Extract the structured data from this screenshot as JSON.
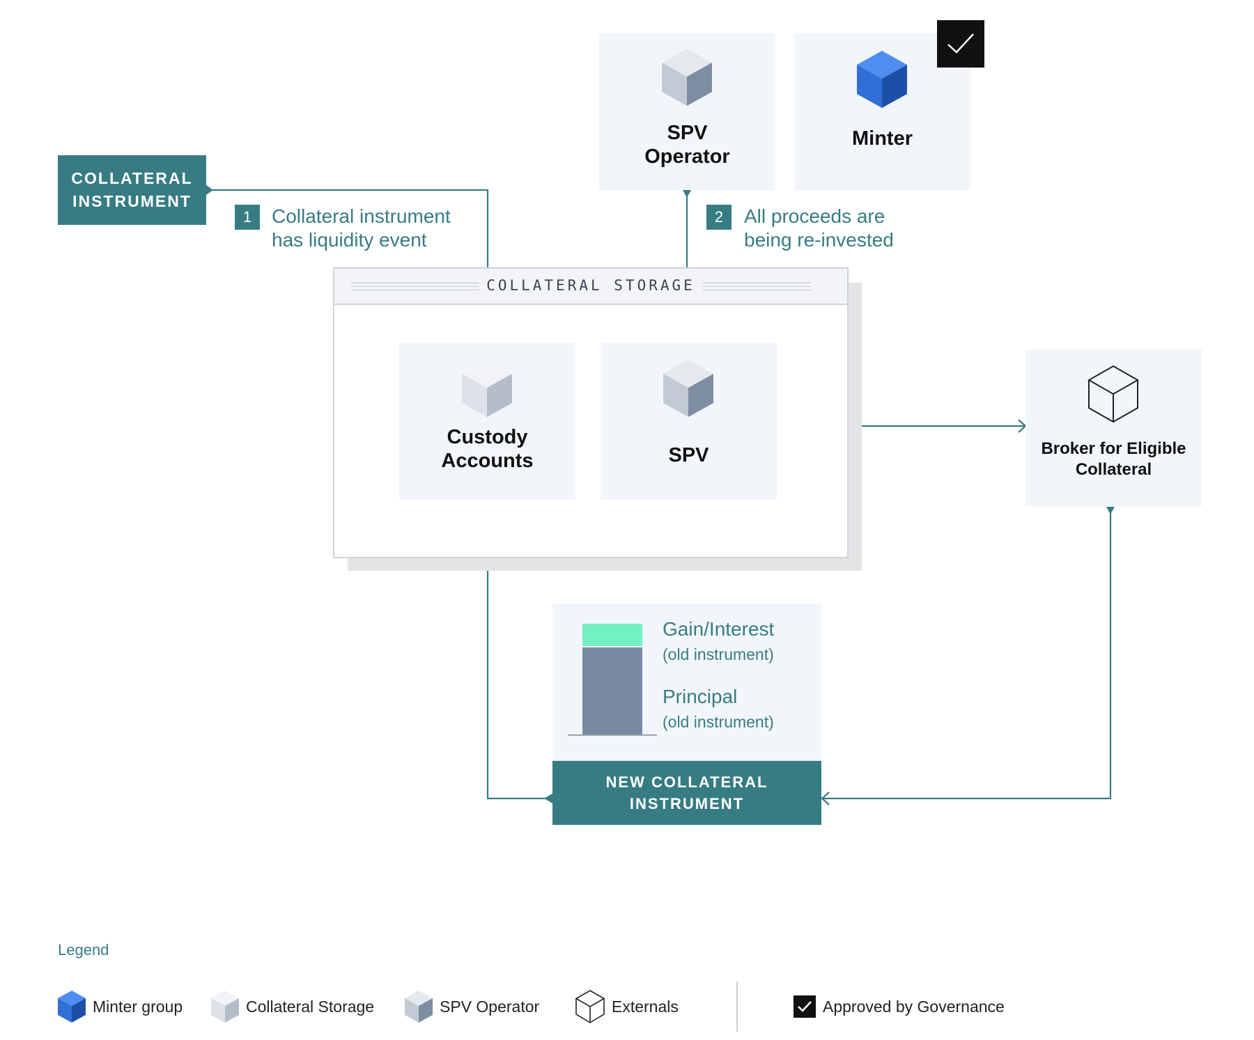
{
  "collateral_instrument": {
    "line1": "COLLATERAL",
    "line2": "INSTRUMENT"
  },
  "step1": {
    "number": "1",
    "line1": "Collateral instrument",
    "line2": "has liquidity event"
  },
  "step2": {
    "number": "2",
    "line1": "All proceeds are",
    "line2": "being re-invested"
  },
  "spv_operator": {
    "line1": "SPV",
    "line2": "Operator"
  },
  "minter": {
    "label": "Minter"
  },
  "collateral_storage": {
    "title": "COLLATERAL STORAGE"
  },
  "custody_accounts": {
    "line1": "Custody",
    "line2": "Accounts"
  },
  "spv": {
    "label": "SPV"
  },
  "broker": {
    "line1": "Broker for Eligible",
    "line2": "Collateral"
  },
  "composition": {
    "gain_label": "Gain/Interest",
    "gain_sub": "(old instrument)",
    "principal_label": "Principal",
    "principal_sub": "(old instrument)"
  },
  "new_collateral_instrument": {
    "line1": "NEW COLLATERAL",
    "line2": "INSTRUMENT"
  },
  "legend": {
    "title": "Legend",
    "items": [
      {
        "label": "Minter group",
        "icon": "blue-cube-icon"
      },
      {
        "label": "Collateral Storage",
        "icon": "light-cube-icon"
      },
      {
        "label": "SPV Operator",
        "icon": "grey-cube-icon"
      },
      {
        "label": "Externals",
        "icon": "outline-cube-icon"
      },
      {
        "label": "Approved by Governance",
        "icon": "checkmark-icon"
      }
    ]
  },
  "colors": {
    "teal": "#377c83",
    "tile_bg": "#f2f6fa",
    "minter_blue": "#2f6fd6",
    "gain_green": "#74f1c3",
    "principal_slate": "#7a8aa3"
  }
}
